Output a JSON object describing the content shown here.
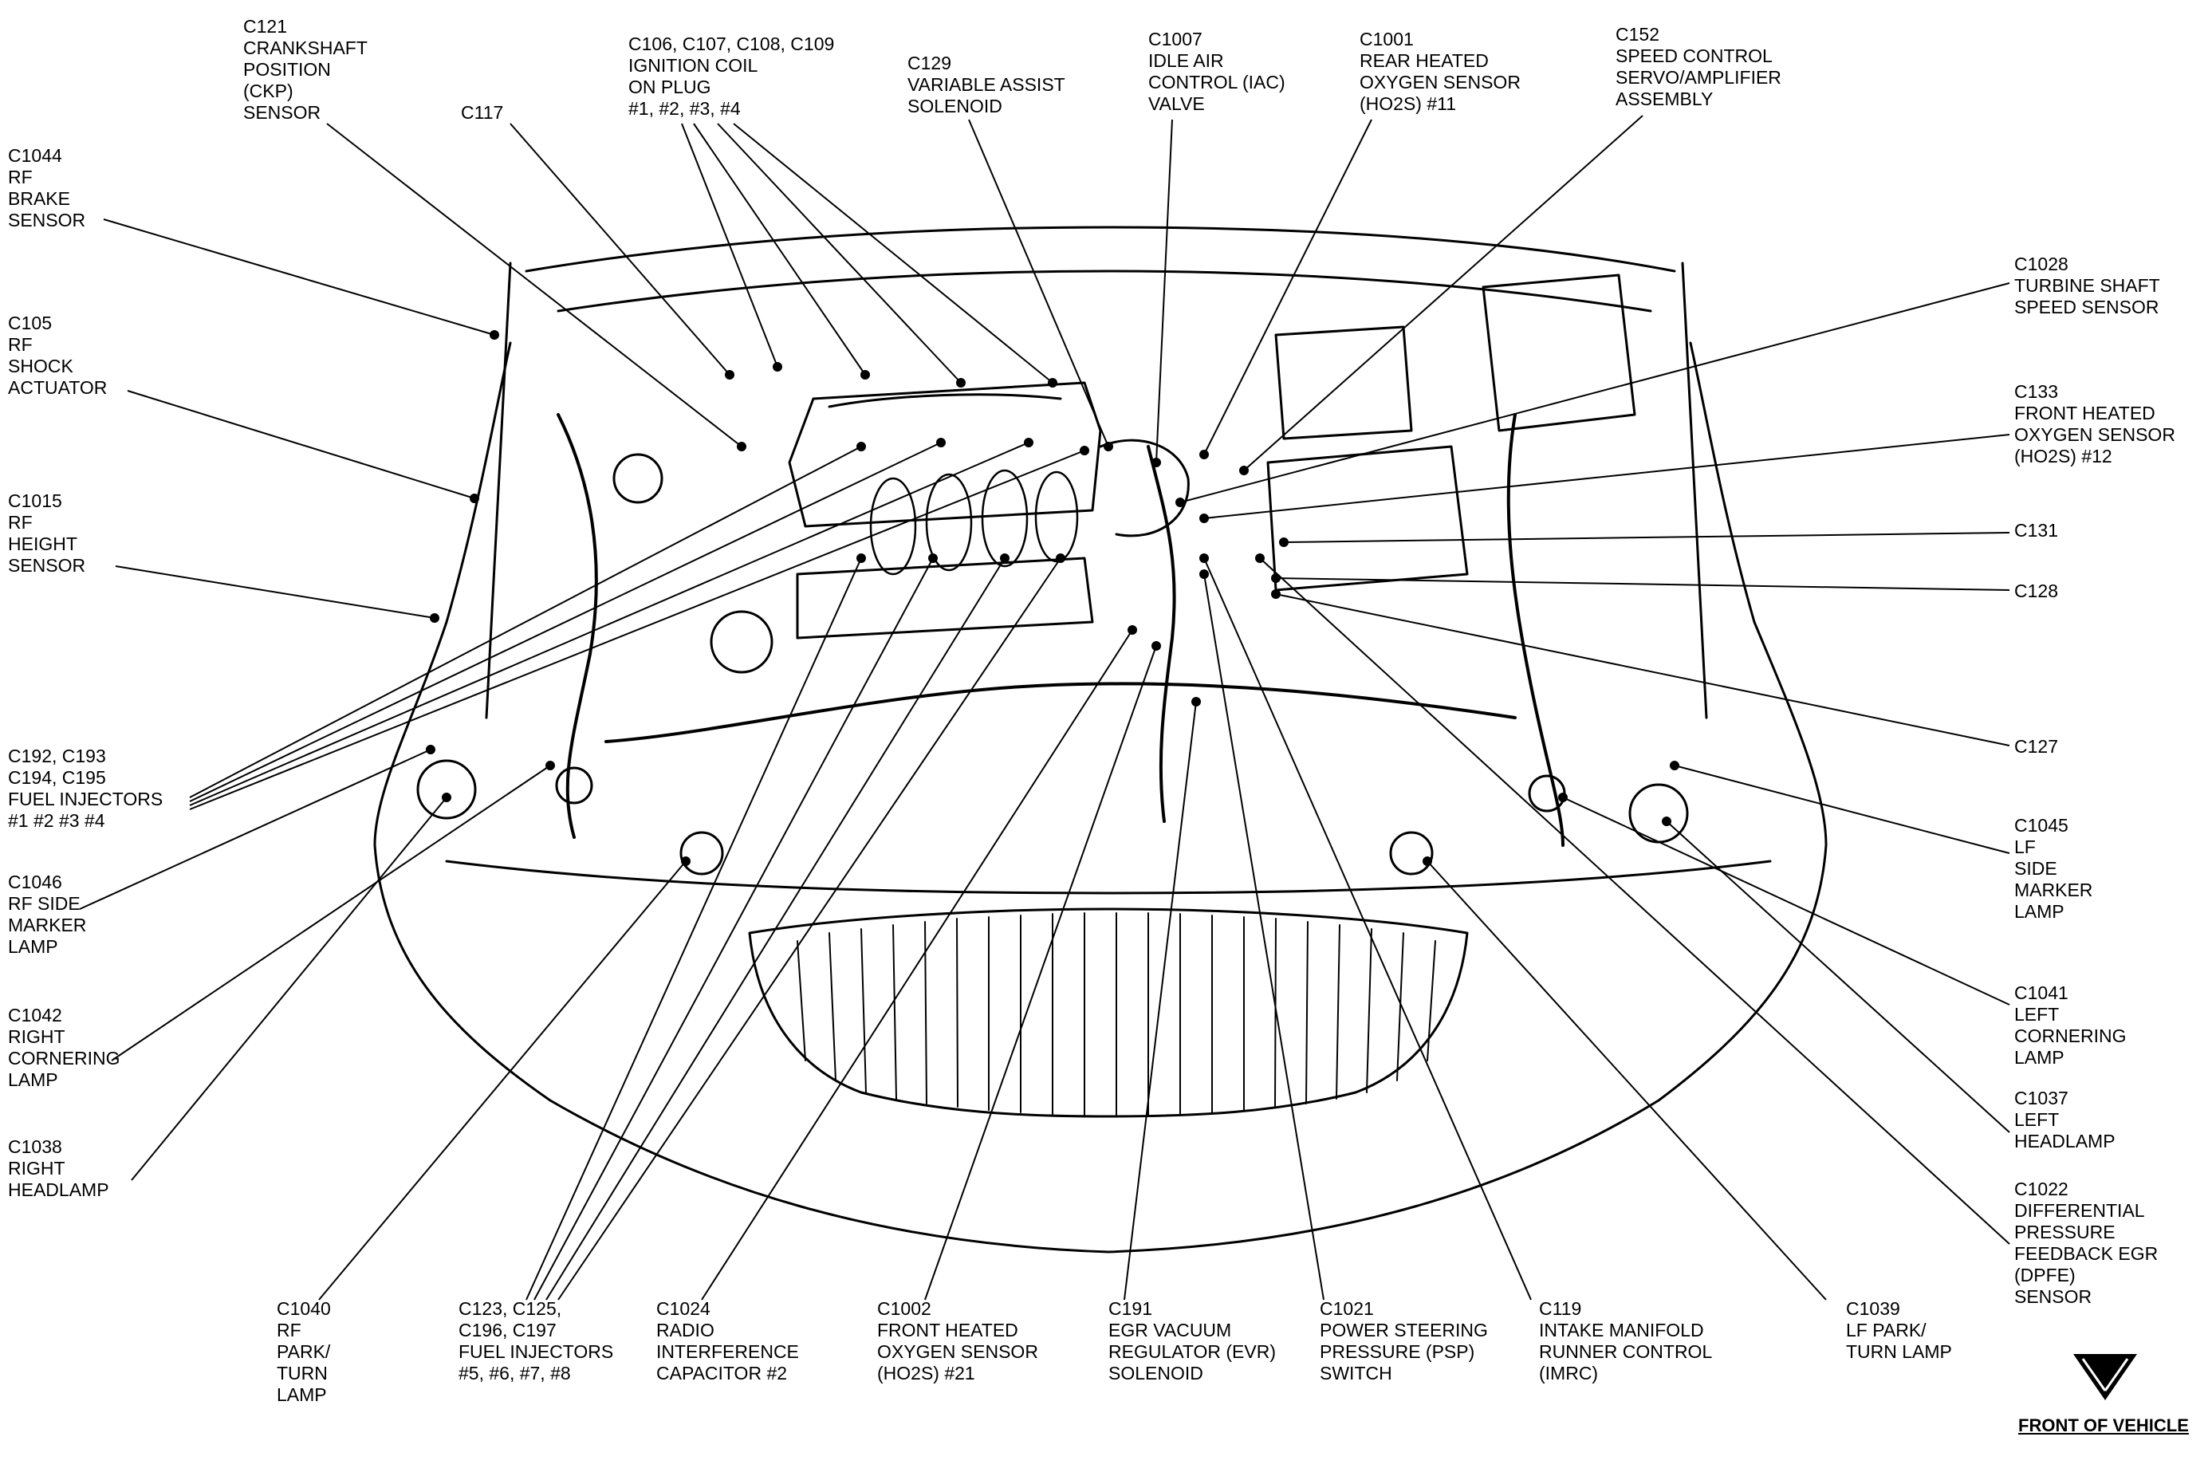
{
  "labels": [
    {
      "id": "c121",
      "lines": [
        "C121",
        "CRANKSHAFT",
        "POSITION",
        "(CKP)",
        "SENSOR"
      ]
    },
    {
      "id": "c106",
      "lines": [
        "C106, C107, C108, C109",
        "IGNITION COIL",
        "ON PLUG",
        "#1, #2, #3, #4"
      ]
    },
    {
      "id": "c117",
      "lines": [
        "C117"
      ]
    },
    {
      "id": "c129",
      "lines": [
        "C129",
        "VARIABLE ASSIST",
        "SOLENOID"
      ]
    },
    {
      "id": "c1007",
      "lines": [
        "C1007",
        "IDLE AIR",
        "CONTROL (IAC)",
        "VALVE"
      ]
    },
    {
      "id": "c1001",
      "lines": [
        "C1001",
        "REAR HEATED",
        "OXYGEN SENSOR",
        "(HO2S) #11"
      ]
    },
    {
      "id": "c152",
      "lines": [
        "C152",
        "SPEED CONTROL",
        "SERVO/AMPLIFIER",
        "ASSEMBLY"
      ]
    },
    {
      "id": "c1044",
      "lines": [
        "C1044",
        "RF",
        "BRAKE",
        "SENSOR"
      ]
    },
    {
      "id": "c105",
      "lines": [
        "C105",
        "RF",
        "SHOCK",
        "ACTUATOR"
      ]
    },
    {
      "id": "c1015",
      "lines": [
        "C1015",
        "RF",
        "HEIGHT",
        "SENSOR"
      ]
    },
    {
      "id": "c192",
      "lines": [
        "C192, C193",
        "C194, C195",
        "FUEL INJECTORS",
        "#1 #2 #3 #4"
      ]
    },
    {
      "id": "c1046",
      "lines": [
        "C1046",
        "RF SIDE",
        "MARKER",
        "LAMP"
      ]
    },
    {
      "id": "c1042",
      "lines": [
        "C1042",
        "RIGHT",
        "CORNERING",
        "LAMP"
      ]
    },
    {
      "id": "c1038",
      "lines": [
        "C1038",
        "RIGHT",
        "HEADLAMP"
      ]
    },
    {
      "id": "c1028",
      "lines": [
        "C1028",
        "TURBINE SHAFT",
        "SPEED SENSOR"
      ]
    },
    {
      "id": "c133",
      "lines": [
        "C133",
        "FRONT HEATED",
        "OXYGEN SENSOR",
        "(HO2S) #12"
      ]
    },
    {
      "id": "c131",
      "lines": [
        "C131"
      ]
    },
    {
      "id": "c128",
      "lines": [
        "C128"
      ]
    },
    {
      "id": "c127",
      "lines": [
        "C127"
      ]
    },
    {
      "id": "c1045",
      "lines": [
        "C1045",
        "LF",
        "SIDE",
        "MARKER",
        "LAMP"
      ]
    },
    {
      "id": "c1041",
      "lines": [
        "C1041",
        "LEFT",
        "CORNERING",
        "LAMP"
      ]
    },
    {
      "id": "c1037",
      "lines": [
        "C1037",
        "LEFT",
        "HEADLAMP"
      ]
    },
    {
      "id": "c1022",
      "lines": [
        "C1022",
        "DIFFERENTIAL",
        "PRESSURE",
        "FEEDBACK EGR",
        "(DPFE)",
        "SENSOR"
      ]
    },
    {
      "id": "c1040",
      "lines": [
        "C1040",
        "RF",
        "PARK/",
        "TURN",
        "LAMP"
      ]
    },
    {
      "id": "c123",
      "lines": [
        "C123, C125,",
        "C196, C197",
        "FUEL INJECTORS",
        "#5, #6, #7, #8"
      ]
    },
    {
      "id": "c1024",
      "lines": [
        "C1024",
        "RADIO",
        "INTERFERENCE",
        "CAPACITOR #2"
      ]
    },
    {
      "id": "c1002",
      "lines": [
        "C1002",
        "FRONT HEATED",
        "OXYGEN SENSOR",
        "(HO2S) #21"
      ]
    },
    {
      "id": "c191",
      "lines": [
        "C191",
        "EGR VACUUM",
        "REGULATOR (EVR)",
        "SOLENOID"
      ]
    },
    {
      "id": "c1021",
      "lines": [
        "C1021",
        "POWER STEERING",
        "PRESSURE (PSP)",
        "SWITCH"
      ]
    },
    {
      "id": "c119",
      "lines": [
        "C119",
        "INTAKE MANIFOLD",
        "RUNNER CONTROL",
        "(IMRC)"
      ]
    },
    {
      "id": "c1039",
      "lines": [
        "C1039",
        "LF PARK/",
        "TURN LAMP"
      ]
    }
  ],
  "footer": {
    "front_label": "FRONT OF VEHICLE",
    "arrow_icon": "down-arrow-icon"
  },
  "colors": {
    "ink": "#000000",
    "paper": "#ffffff"
  }
}
